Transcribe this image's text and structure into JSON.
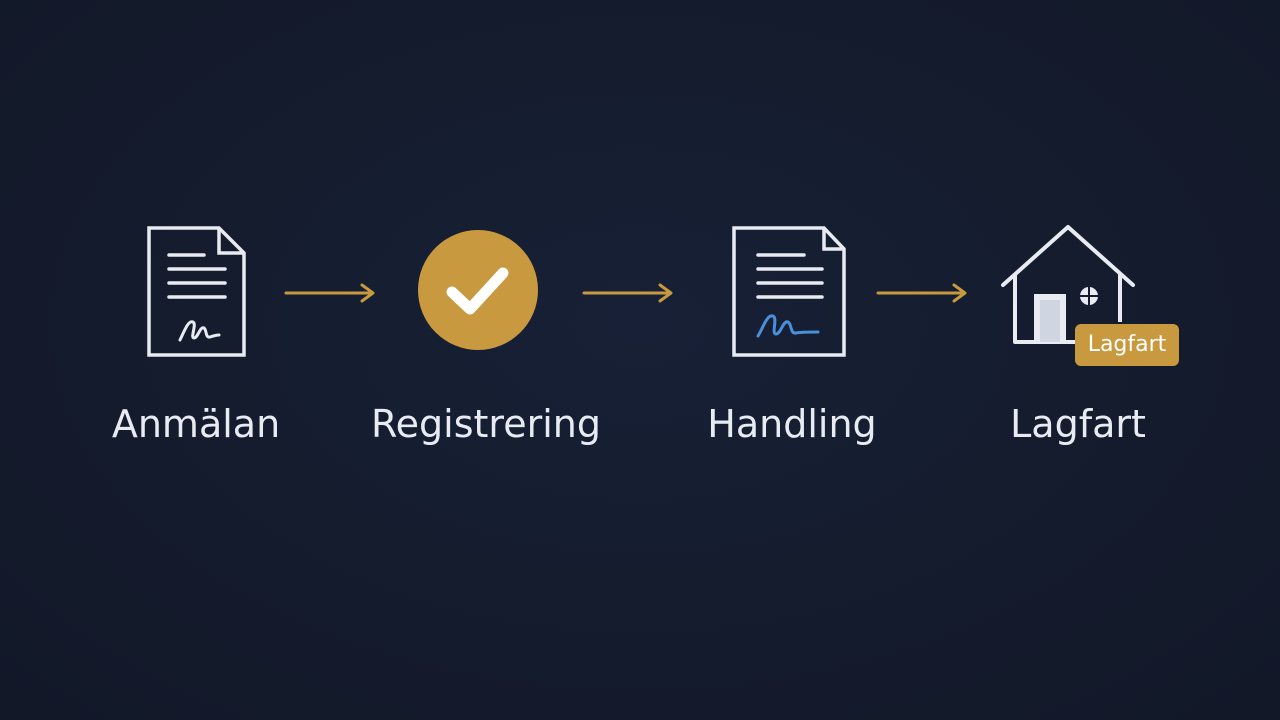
{
  "colors": {
    "background": "#141b2c",
    "accent": "#c8993e",
    "line": "#e8ecf2",
    "signature_blue": "#4a8fd9"
  },
  "steps": [
    {
      "label": "Anmälan",
      "icon": "signed-document-icon"
    },
    {
      "label": "Registrering",
      "icon": "check-circle-icon"
    },
    {
      "label": "Handling",
      "icon": "signed-document-icon"
    },
    {
      "label": "Lagfart",
      "icon": "house-icon",
      "badge": "Lagfart"
    }
  ]
}
